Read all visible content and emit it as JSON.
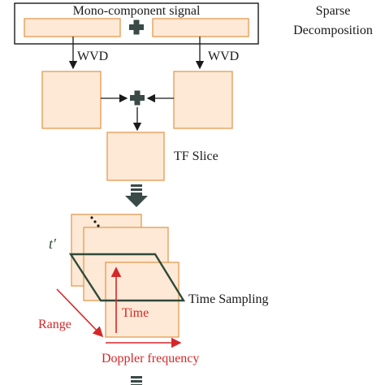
{
  "diagram": {
    "signal_label": "Mono-component signal",
    "sparse_label_line1": "Sparse",
    "sparse_label_line2": "Decomposition",
    "wvd_left": "WVD",
    "wvd_right": "WVD",
    "tf_slice": "TF Slice",
    "t_prime": "t′",
    "ellipsis": "⋰",
    "time_label": "Time",
    "time_sampling": "Time Sampling",
    "range_label": "Range",
    "doppler_label": "Doppler frequency"
  },
  "colors": {
    "box_fill": "#fde9d6",
    "box_stroke": "#e8a05a",
    "accent_red": "#d62728",
    "parallelogram": "#2f4a3a",
    "big_arrow": "#3a4a46"
  }
}
